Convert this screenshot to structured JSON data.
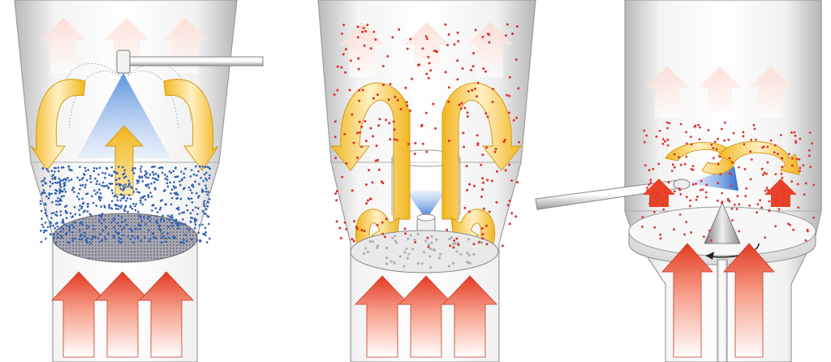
{
  "figure": {
    "panels": [
      {
        "id": "top-spray",
        "spray_direction": "up",
        "bed": "perforated-distributor-plate",
        "particles": "blue"
      },
      {
        "id": "bottom-spray",
        "spray_direction": "up",
        "bed": "wurster-partition",
        "particles": "red"
      },
      {
        "id": "tangential-spray",
        "spray_direction": "side",
        "bed": "rotor-disc",
        "particles": "red"
      }
    ],
    "colors": {
      "air_hot": "#e8432a",
      "air_light": "#ffd9cf",
      "flow_arrow": "#f3c12f",
      "spray": "#4f8de0",
      "particle_blue": "#2d5fb0",
      "particle_red": "#e0312a",
      "vessel_shade": "#c8c8c8"
    },
    "icons": [
      "upward-air-arrow-icon",
      "curved-flow-arrow-icon",
      "spray-cone-icon",
      "nozzle-icon",
      "rotation-arrow-icon"
    ]
  }
}
